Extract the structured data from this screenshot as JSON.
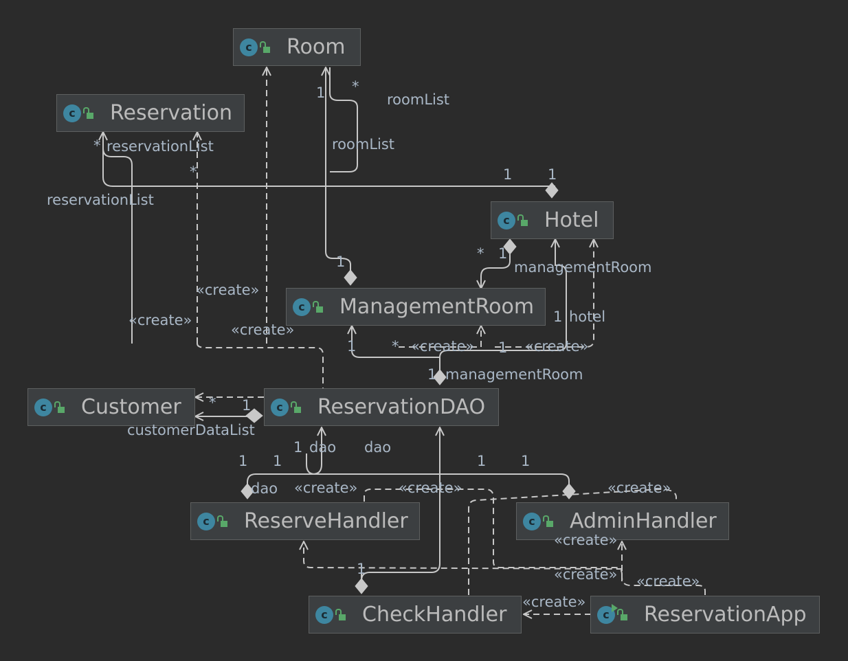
{
  "classes": {
    "room": "Room",
    "reservation": "Reservation",
    "hotel": "Hotel",
    "management_room": "ManagementRoom",
    "customer": "Customer",
    "reservation_dao": "ReservationDAO",
    "reserve_handler": "ReserveHandler",
    "admin_handler": "AdminHandler",
    "check_handler": "CheckHandler",
    "reservation_app": "ReservationApp"
  },
  "icons": {
    "class_icon_letter": "c",
    "class_icon": "class-icon",
    "visibility_icon": "public-lock-icon",
    "app_icon": "runnable-class-icon"
  },
  "labels": {
    "room_multiplicity_one": "1",
    "room_multiplicity_many": "*",
    "room_list_hotel": "roomList",
    "room_list_management": "roomList",
    "reservation_many": "*",
    "reservation_list_top": "reservationList",
    "reservation_many_2": "*",
    "reservation_list_bottom": "reservationList",
    "hotel_one_a": "1",
    "hotel_one_b": "1",
    "mgmt_room_one": "1",
    "mgmt_many": "*",
    "hotel_mgmt_one": "1",
    "hotel_management_room": "managementRoom",
    "hotel_one": "1",
    "hotel_role": "hotel",
    "create_reservation": "«create»",
    "create_room": "«create»",
    "create_reservation_2": "«create»",
    "dao_mgmt_one": "1",
    "dao_mgmt_many": "*",
    "create_mgmt": "«create»",
    "dao_hotel_one": "1",
    "create_hotel": "«create»",
    "dao_management_one": "1",
    "dao_management_room": "managementRoom",
    "customer_many": "*",
    "customer_one": "1",
    "customer_data_list": "customerDataList",
    "dao_one": "1",
    "dao_role_a": "dao",
    "dao_role_b": "dao",
    "reserve_one_a": "1",
    "reserve_one_b": "1",
    "reserve_dao": "dao",
    "create_reserve_dao": "«create»",
    "create_check_a": "«create»",
    "admin_one_a": "1",
    "admin_one_b": "1",
    "create_admin_a": "«create»",
    "create_admin_b": "«create»",
    "check_one": "1",
    "create_app_a": "«create»",
    "create_app_b": "«create»",
    "create_check_b": "«create»"
  },
  "colors": {
    "background": "#2b2b2b",
    "node_fill": "#3c3f41",
    "node_border": "#5e6060",
    "edge": "#c8c8c8",
    "label": "#a9b7c6",
    "class_icon": "#3e86a0",
    "lock_icon": "#59a869"
  }
}
